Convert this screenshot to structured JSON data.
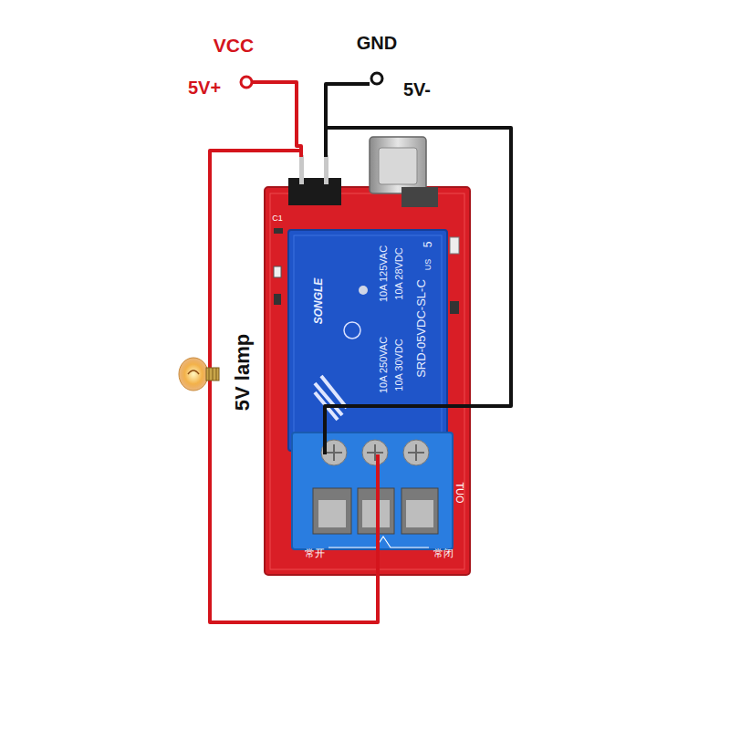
{
  "diagram": {
    "labels": [
      "VCC",
      "5V+",
      "GND",
      "5V-",
      "5V lamp",
      "SONGLE",
      "10A 250VAC",
      "10A 125VAC",
      "10A 30VDC",
      "10A 28VDC",
      "SRD-05VDC-SL-C",
      "5",
      "US",
      "常开",
      "常闭",
      "TUO",
      "C1"
    ]
  }
}
